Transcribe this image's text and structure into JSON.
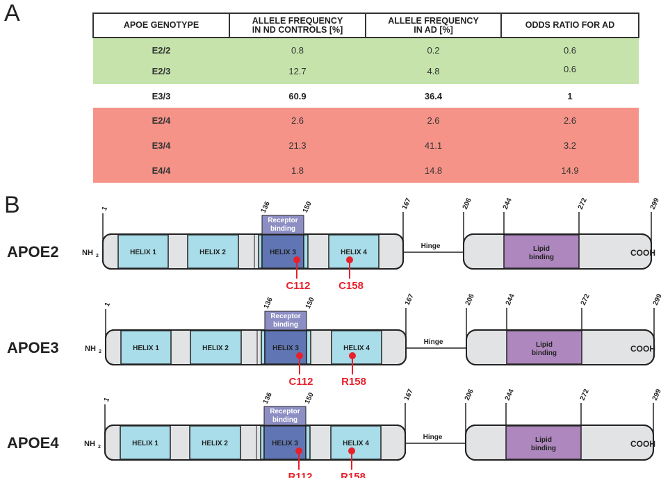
{
  "panels": {
    "a_label": "A",
    "b_label": "B"
  },
  "table": {
    "headers": [
      "APOE GENOTYPE",
      "ALLELE FREQUENCY IN ND CONTROLS [%]",
      "ALLELE FREQUENCY IN AD [%]",
      "ODDS RATIO FOR AD"
    ],
    "header_lines": [
      [
        "APOE GENOTYPE"
      ],
      [
        "ALLELE FREQUENCY",
        "IN ND CONTROLS [%]"
      ],
      [
        "ALLELE FREQUENCY",
        "IN AD [%]"
      ],
      [
        "ODDS RATIO FOR AD"
      ]
    ],
    "rows": [
      {
        "group": "protective",
        "color": "#c5e3ab",
        "cells": [
          "E2/2",
          "0.8",
          "0.2",
          "0.6"
        ]
      },
      {
        "group": "protective",
        "color": "#c5e3ab",
        "cells": [
          "E2/3",
          "12.7",
          "4.8",
          "0.6"
        ]
      },
      {
        "group": "reference",
        "color": "#ffffff",
        "cells": [
          "E3/3",
          "60.9",
          "36.4",
          "1"
        ]
      },
      {
        "group": "risk",
        "color": "#f59388",
        "cells": [
          "E2/4",
          "2.6",
          "2.6",
          "2.6"
        ]
      },
      {
        "group": "risk",
        "color": "#f59388",
        "cells": [
          "E3/4",
          "21.3",
          "41.1",
          "3.2"
        ]
      },
      {
        "group": "risk",
        "color": "#f59388",
        "cells": [
          "E4/4",
          "1.8",
          "14.8",
          "14.9"
        ]
      }
    ]
  },
  "diagram": {
    "colors": {
      "helix": "#a8dde9",
      "helix3": "#6076b4",
      "receptor": "#8d8ec4",
      "lipid": "#ad87bd",
      "gray": "#e2e3e5",
      "mutation": "#e8202a",
      "outline": "#222222"
    },
    "positions": [
      "1",
      "136",
      "150",
      "167",
      "206",
      "244",
      "272",
      "299"
    ],
    "helix_labels": [
      "HELIX 1",
      "HELIX 2",
      "HELIX 3",
      "HELIX 4"
    ],
    "receptor_label": [
      "Receptor",
      "binding"
    ],
    "lipid_label": [
      "Lipid",
      "binding"
    ],
    "hinge_label": "Hinge",
    "nh2": "NH",
    "nh2_sub": "2",
    "cooh": "COOH",
    "isoforms": [
      {
        "name": "APOE2",
        "mutations": [
          "C112",
          "C158"
        ]
      },
      {
        "name": "APOE3",
        "mutations": [
          "C112",
          "R158"
        ]
      },
      {
        "name": "APOE4",
        "mutations": [
          "R112",
          "R158"
        ]
      }
    ]
  }
}
